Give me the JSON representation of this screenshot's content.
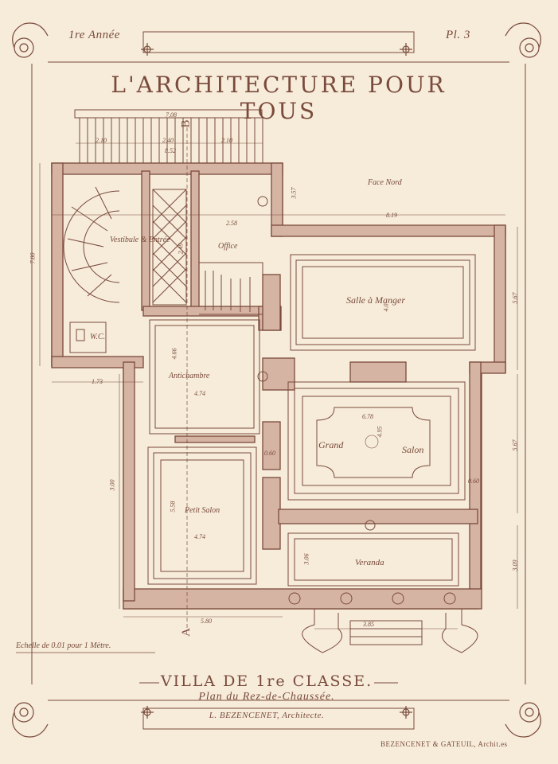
{
  "header": {
    "year": "1re Année",
    "plate": "Pl. 3",
    "title": "L'ARCHITECTURE POUR TOUS"
  },
  "plan": {
    "north_label": "Face Nord",
    "axis_a": "A",
    "axis_b": "B",
    "rooms": {
      "vestibule": "Vestibule & Entrée",
      "office": "Office",
      "salle_a_manger": "Salle à Manger",
      "wc": "W.C.",
      "antichambre": "Antichambre",
      "grand_salon_1": "Grand",
      "grand_salon_2": "Salon",
      "petit_salon": "Petit Salon",
      "veranda": "Veranda"
    },
    "dimensions": {
      "stair_total": "7.08",
      "stair_l": "2.10",
      "stair_c": "2.40",
      "stair_r": "2.10",
      "front_width": "8.52",
      "office_w": "2.58",
      "office_side": "3.57",
      "east_w": "8.19",
      "vest_h": "7.80",
      "vest_w": "2.49",
      "salle_h": "5.67",
      "salle_inner": "4.0",
      "wc_w": "1.73",
      "anti_h": "4.66",
      "anti_w": "4.74",
      "grand_w": "6.78",
      "grand_h": "4.95",
      "grand_side": "5.67",
      "gap_a": "0.60",
      "gap_b": "0.60",
      "ps_h": "5.58",
      "ps_w": "4.74",
      "ps_side": "3.00",
      "ver_h": "3.06",
      "ver_side": "3.09",
      "bottom_w": "5.80",
      "steps_w": "3.85"
    }
  },
  "footer": {
    "scale": "Echelle de 0.01 pour 1 Mètre.",
    "villa": "VILLA DE 1re CLASSE.",
    "plan_label": "Plan du Rez-de-Chaussée.",
    "architect": "L. BEZENCENET, Architecte.",
    "credit": "BEZENCENET & GATEUIL, Archit.es"
  },
  "colors": {
    "paper": "#f6ecd9",
    "ink": "#7a4a3c",
    "wall_fill": "#d6b4a4"
  }
}
